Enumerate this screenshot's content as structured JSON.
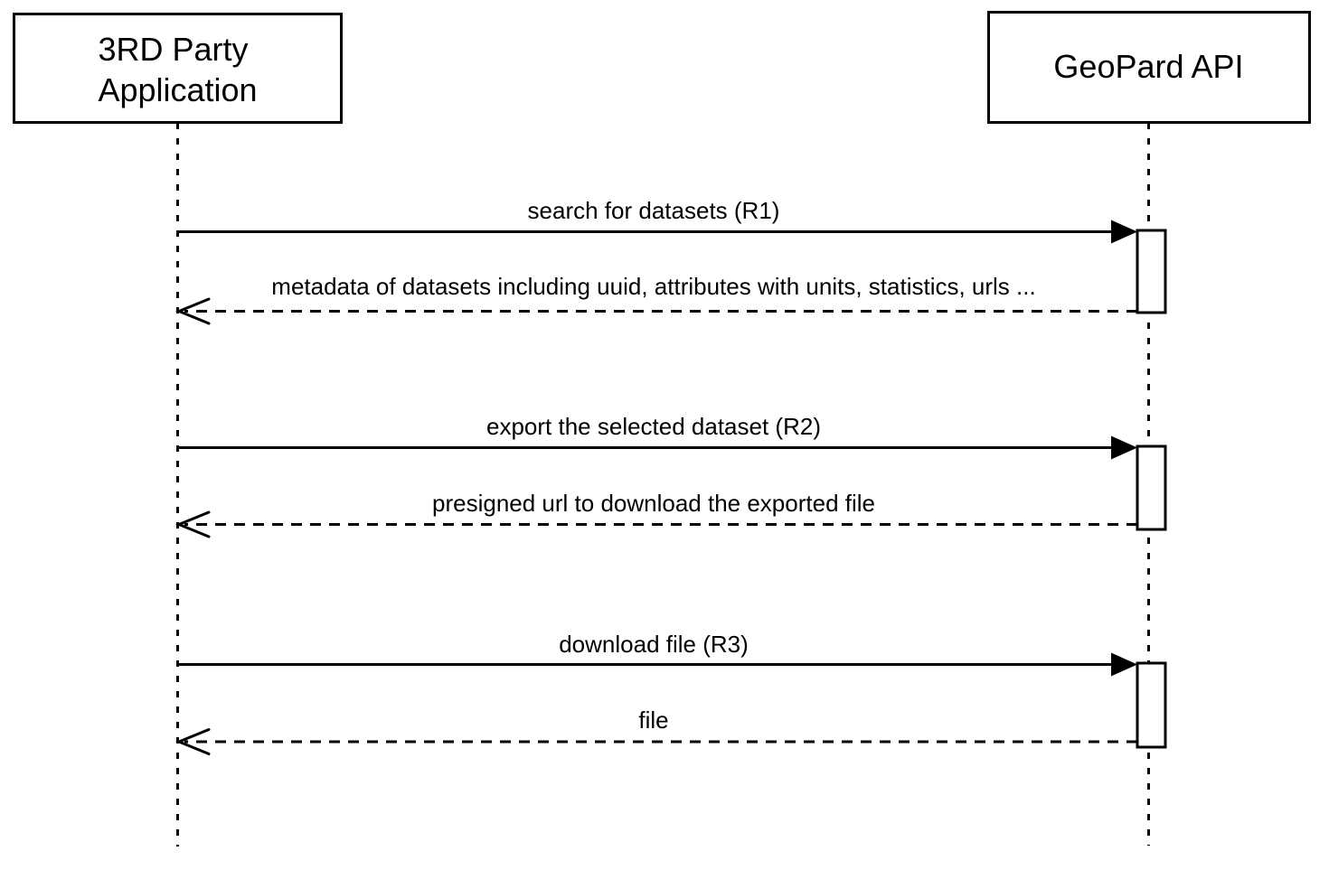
{
  "colors": {
    "background": "#ffffff",
    "line": "#000000",
    "text": "#000000"
  },
  "actors": [
    {
      "label": "3RD Party Application",
      "lines": [
        "3RD Party",
        "Application"
      ]
    },
    {
      "label": "GeoPard API",
      "lines": [
        "GeoPard API"
      ]
    }
  ],
  "messages": [
    {
      "label": "search for datasets (R1)",
      "from": "3RD Party Application",
      "to": "GeoPard API",
      "type": "request",
      "line_style": "solid"
    },
    {
      "label": "metadata of datasets including uuid, attributes with units, statistics, urls ...",
      "from": "GeoPard API",
      "to": "3RD Party Application",
      "type": "response",
      "line_style": "dashed"
    },
    {
      "label": "export the selected dataset (R2)",
      "from": "3RD Party Application",
      "to": "GeoPard API",
      "type": "request",
      "line_style": "solid"
    },
    {
      "label": "presigned url to download the exported file",
      "from": "GeoPard API",
      "to": "3RD Party Application",
      "type": "response",
      "line_style": "dashed"
    },
    {
      "label": "download file (R3)",
      "from": "3RD Party Application",
      "to": "GeoPard API",
      "type": "request",
      "line_style": "solid"
    },
    {
      "label": "file",
      "from": "GeoPard API",
      "to": "3RD Party Application",
      "type": "response",
      "line_style": "dashed"
    }
  ]
}
